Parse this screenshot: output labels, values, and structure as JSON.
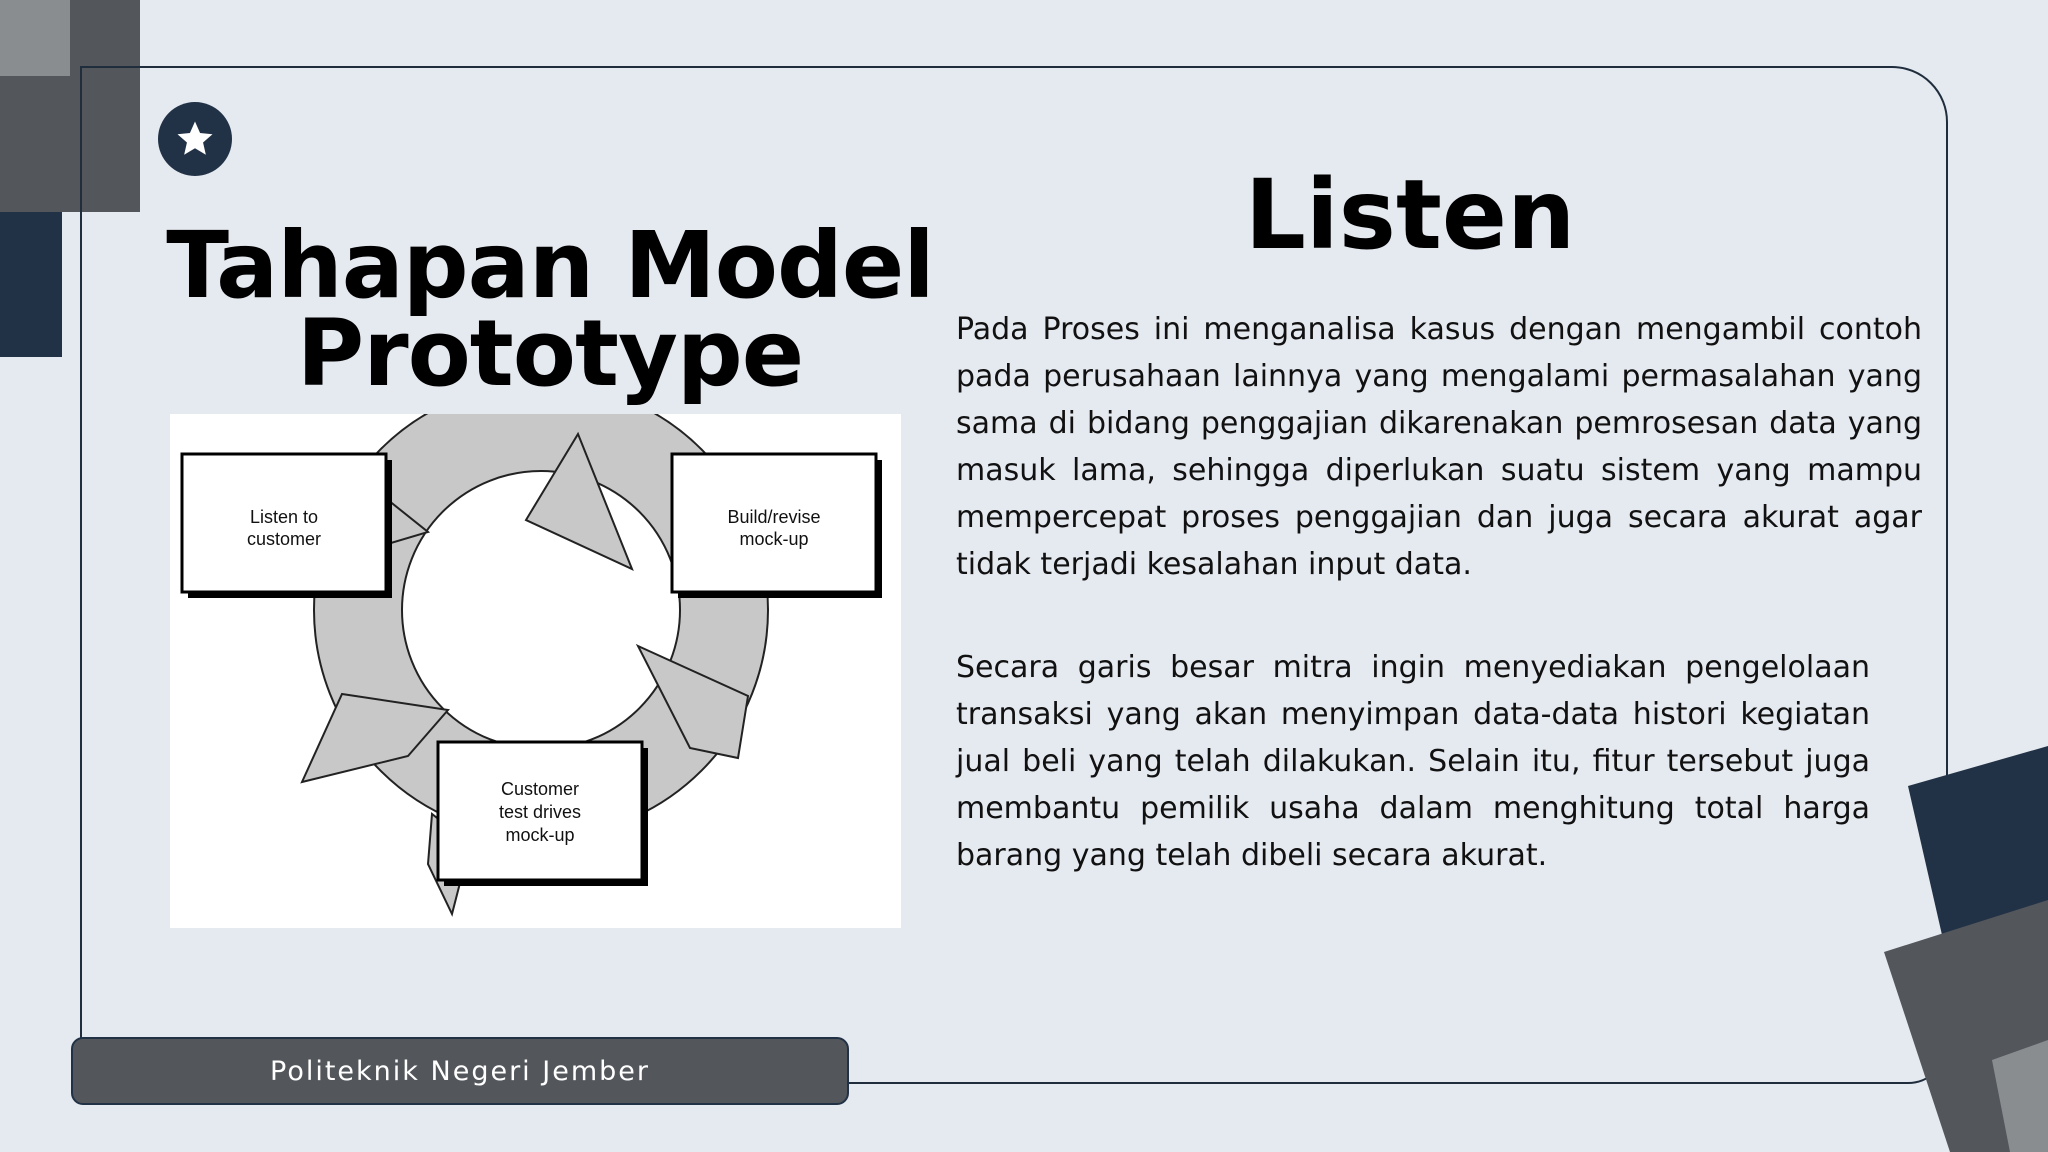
{
  "slide": {
    "left_title_line1": "Tahapan Model",
    "left_title_line2": "Prototype",
    "right_title": "Listen",
    "paragraph1": "Pada Proses ini menganalisa kasus dengan mengambil contoh pada perusahaan lainnya yang mengalami permasalahan yang sama di bidang penggajian dikarenakan pemrosesan data yang masuk lama, sehingga diperlukan suatu sistem yang mampu mempercepat proses penggajian dan juga secara akurat agar tidak terjadi kesalahan input data.",
    "paragraph2": "Secara garis besar mitra ingin menyediakan pengelolaan transaksi yang akan menyimpan data-data histori kegiatan jual beli yang telah dilakukan. Selain itu, fitur tersebut juga membantu pemilik usaha dalam menghitung total harga barang yang telah dibeli secara akurat.",
    "footer": "Politeknik Negeri Jember",
    "badge_icon": "star-icon"
  },
  "diagram": {
    "box1_line1": "Listen to",
    "box1_line2": "customer",
    "box2_line1": "Build/revise",
    "box2_line2": "mock-up",
    "box3_line1": "Customer",
    "box3_line2": "test drives",
    "box3_line3": "mock-up"
  },
  "colors": {
    "background": "#e5e9f0",
    "navy": "#223246",
    "gray": "#53575c",
    "arrow_fill": "#c8c8c8"
  }
}
